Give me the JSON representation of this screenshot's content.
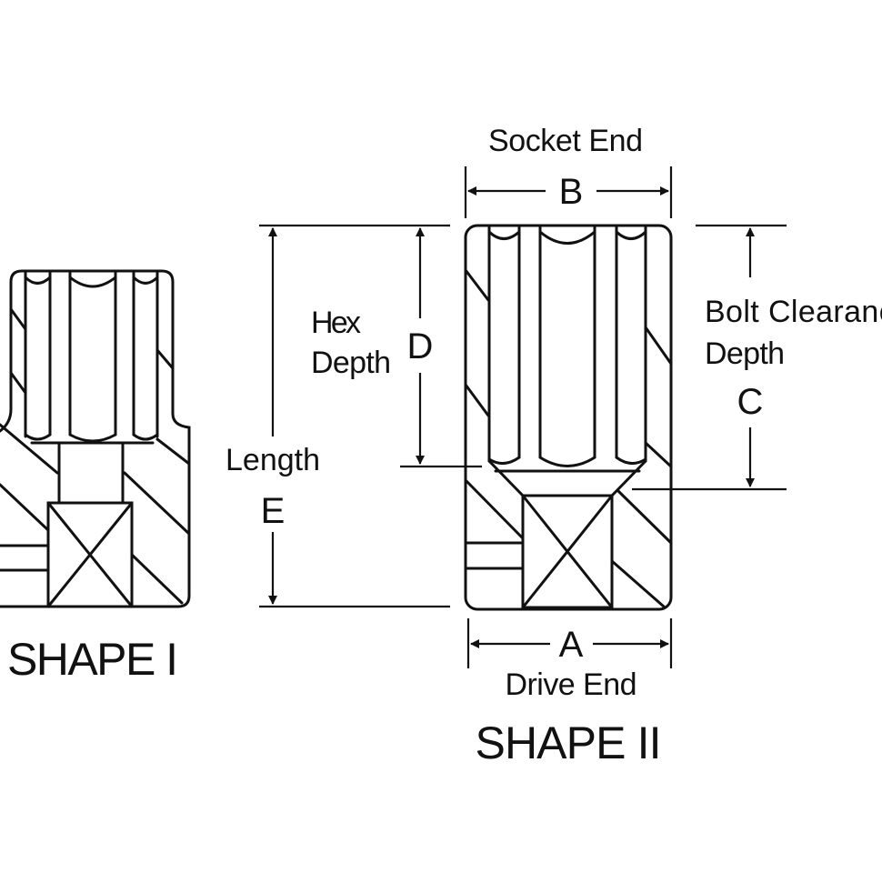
{
  "labels": {
    "socket_end": "Socket End",
    "b": "B",
    "hex": "Hex",
    "depth_left": "Depth",
    "d": "D",
    "length": "Length",
    "e": "E",
    "bolt_clearance": "Bolt Clearance",
    "depth_right": "Depth",
    "c": "C",
    "a": "A",
    "drive_end": "Drive End",
    "shape_1": "SHAPE I",
    "shape_2": "SHAPE II"
  },
  "colors": {
    "line": "#111111",
    "background": "#ffffff"
  }
}
